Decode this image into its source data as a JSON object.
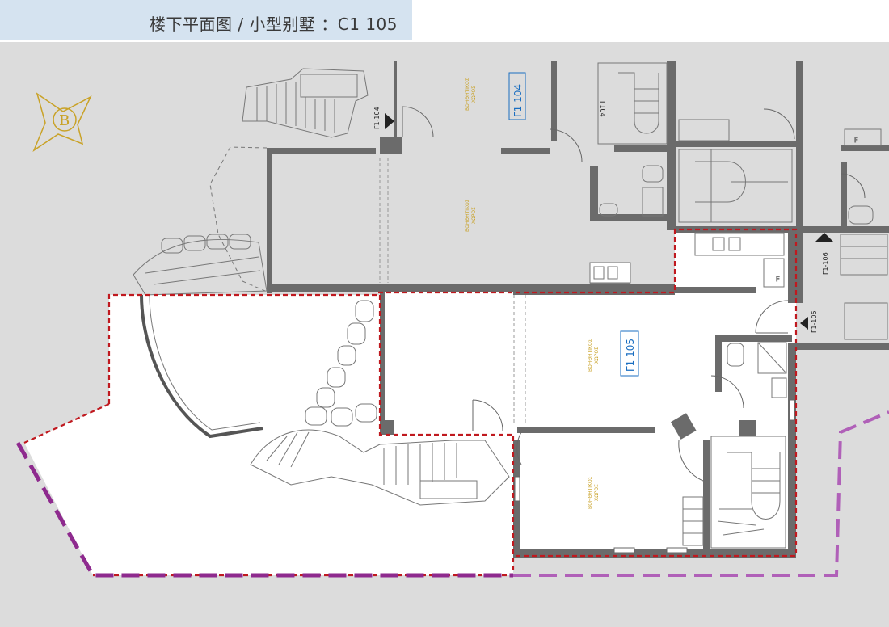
{
  "header": {
    "title": "楼下平面图 / 小型别墅 ：C1  105"
  },
  "logo": {
    "letter": "B"
  },
  "rooms": {
    "upper_1": [
      "ΒΟΗΘΗΤΙΚΟΣ",
      "ΧΩΡΟΣ"
    ],
    "upper_2": [
      "ΒΟΗΘΗΤΙΚΟΣ",
      "ΧΩΡΟΣ"
    ],
    "main_1": [
      "ΒΟΗΘΗΤΙΚΟΣ",
      "ΧΩΡΟΣ"
    ],
    "main_2": [
      "ΒΟΗΘΗΤΙΚΟΣ",
      "ΧΩΡΟΣ"
    ]
  },
  "unit_labels": {
    "g104_box": "Γ1 104",
    "g105_box": "Γ1 105"
  },
  "markers": {
    "g1_104_left": "Γ1-104",
    "g1_104_top": "Γ104",
    "g1_106": "Γ1-106",
    "g1_105": "Γ1-105"
  },
  "fixtures": {
    "fridge_a": "F",
    "fridge_b": "F"
  },
  "colors": {
    "header_band": "#d5e3f0",
    "plan_background": "#dcdcdc",
    "wall": "#6b6b6b",
    "boundary_red": "#c0191f",
    "boundary_purple": "#8e2a8e",
    "boundary_purple_light": "#b060b8",
    "room_label": "#c9a227",
    "unit_label": "#1a6ec1",
    "logo_gold": "#c9a227"
  },
  "icons": [
    "compass-logo-icon",
    "entrance-arrow-icon",
    "door-swing-icon",
    "stair-icon",
    "toilet-icon",
    "shower-icon",
    "sink-icon",
    "kitchen-sink-icon"
  ]
}
